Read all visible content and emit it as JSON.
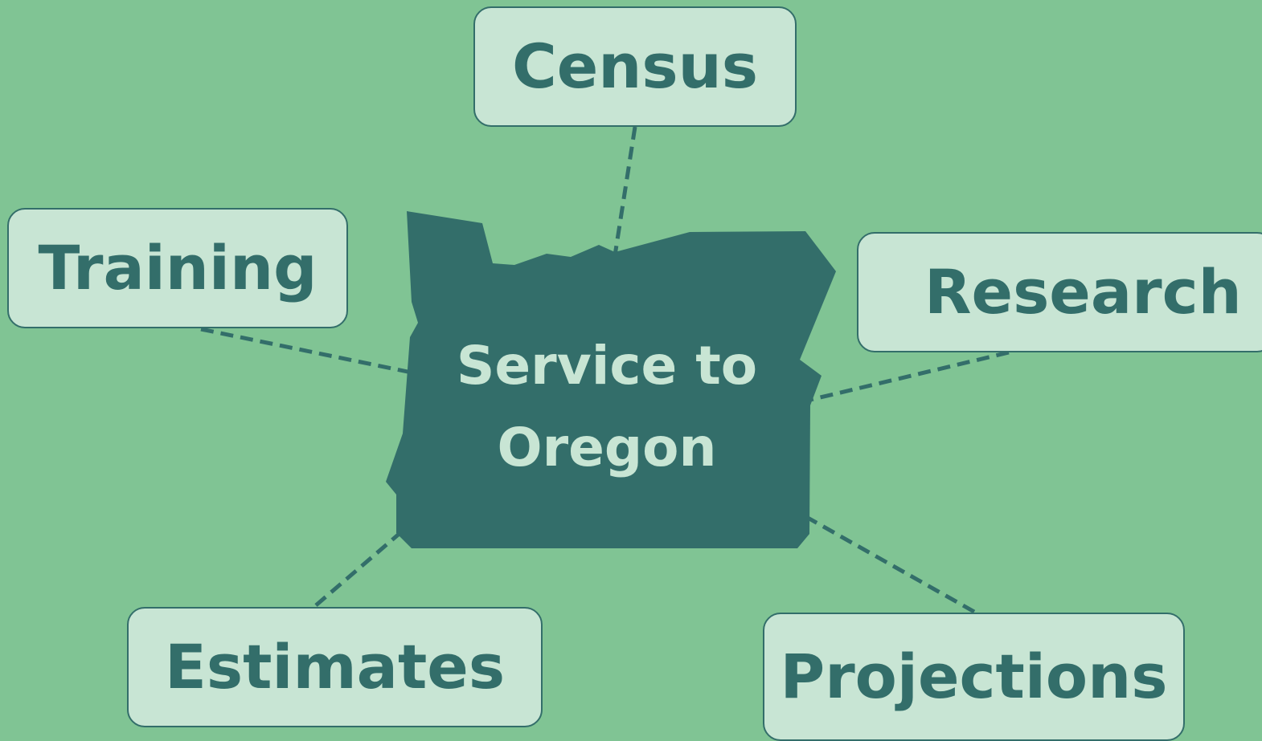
{
  "center": {
    "line1": "Service to",
    "line2": "Oregon"
  },
  "topics": {
    "census": "Census",
    "training": "Training",
    "research": "Research",
    "estimates": "Estimates",
    "projections": "Projections"
  },
  "colors": {
    "background": "#80c494",
    "state_fill": "#336e6a",
    "box_fill": "#c8e5d4",
    "box_border": "#336e6a",
    "connector": "#336e6a"
  }
}
